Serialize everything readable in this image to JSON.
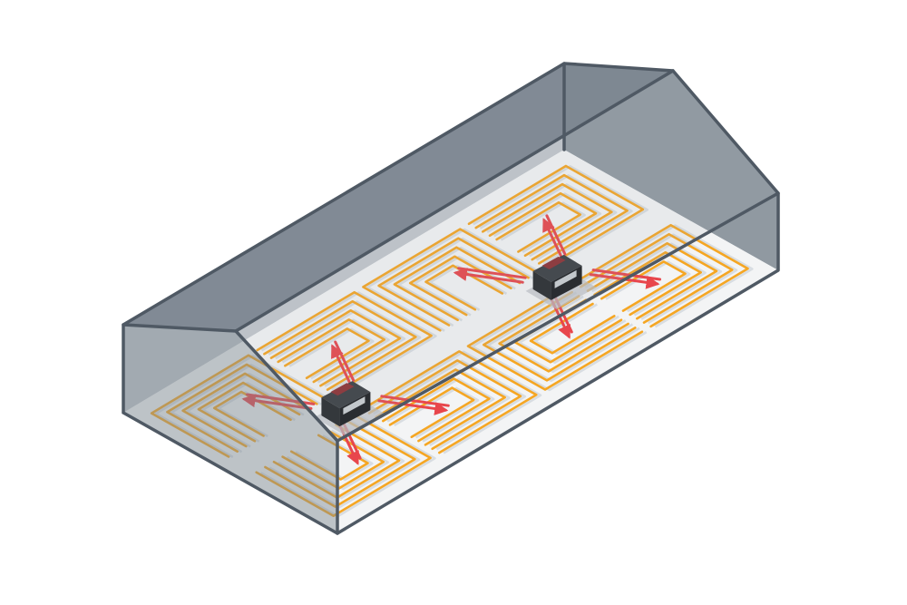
{
  "diagram": {
    "type": "isometric-building-heating-illustration",
    "colors": {
      "building_edge": "#4f5964",
      "wall_fill": "#7d8791",
      "roof_fill": "#9aa3ac",
      "floor_fill": "#f3f4f5",
      "pipe": "#f5a623",
      "flow_arrow": "#e8464c",
      "unit_body": "#26292d",
      "unit_panel": "#c9cdd1",
      "unit_shadow": "#bcc1c6"
    },
    "heater_units": [
      {
        "name": "heater-unit-left",
        "icon": "heater-icon"
      },
      {
        "name": "heater-unit-right",
        "icon": "heater-icon"
      }
    ],
    "pipe_loop_count": 8,
    "flow_arrow_count": 8
  }
}
